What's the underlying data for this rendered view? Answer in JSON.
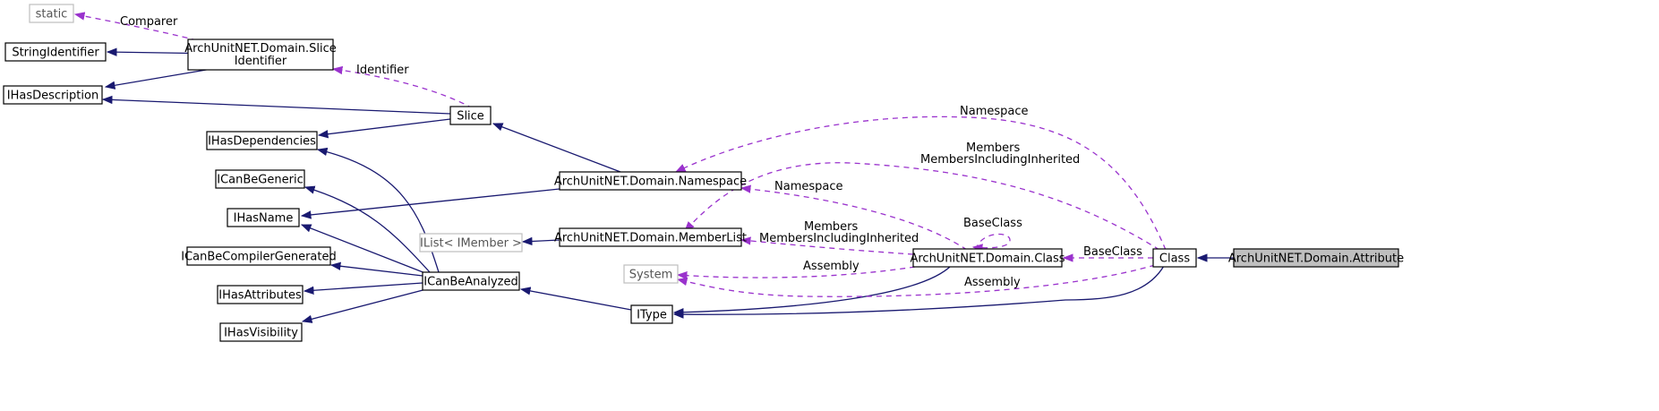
{
  "nodes": {
    "static": "static",
    "string_identifier": "StringIdentifier",
    "slice_identifier_line1": "ArchUnitNET.Domain.Slice",
    "slice_identifier_line2": "Identifier",
    "ihas_description": "IHasDescription",
    "slice": "Slice",
    "ihas_dependencies": "IHasDependencies",
    "ican_be_generic": "ICanBeGeneric",
    "ihas_name": "IHasName",
    "ican_be_compiler_generated": "ICanBeCompilerGenerated",
    "ihas_attributes": "IHasAttributes",
    "ihas_visibility": "IHasVisibility",
    "ican_be_analyzed": "ICanBeAnalyzed",
    "namespace": "ArchUnitNET.Domain.Namespace",
    "ilist_imember": "IList< IMember >",
    "member_list": "ArchUnitNET.Domain.MemberList",
    "system": "System",
    "itype": "IType",
    "domain_class": "ArchUnitNET.Domain.Class",
    "class": "Class",
    "attribute": "ArchUnitNET.Domain.Attribute"
  },
  "edge_labels": {
    "comparer": "Comparer",
    "identifier": "Identifier",
    "namespace_top": "Namespace",
    "members_top_1": "Members",
    "members_top_2": "MembersIncludingInherited",
    "namespace_mid": "Namespace",
    "base_class_self": "BaseClass",
    "members_mid_1": "Members",
    "members_mid_2": "MembersIncludingInherited",
    "base_class": "BaseClass",
    "assembly_1": "Assembly",
    "assembly_2": "Assembly"
  },
  "colors": {
    "inheritance": "#191970",
    "usage": "#9a32cd",
    "selected_fill": "#bfbfbf"
  }
}
